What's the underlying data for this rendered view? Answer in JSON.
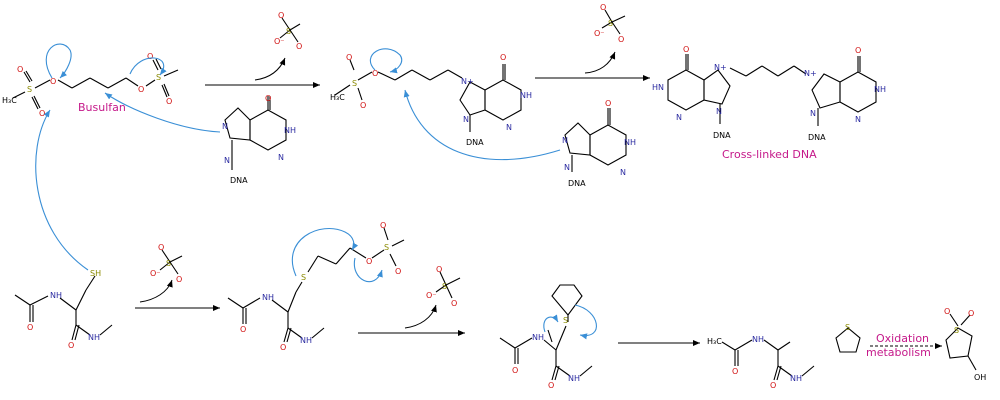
{
  "labels": {
    "busulfan": "Busulfan",
    "crosslinked": "Cross-linked DNA",
    "oxidation_line1": "Oxidation",
    "oxidation_line2": "metabolism"
  },
  "atoms": {
    "O": "O",
    "S": "S",
    "N": "N",
    "NH": "NH",
    "HN": "HN",
    "H3C": "H₃C",
    "SH": "SH",
    "DNA": "DNA",
    "OH": "OH",
    "Nplus": "N+",
    "Ominus": "O⁻"
  },
  "colors": {
    "arrow_blue": "#3a8fd6",
    "label_magenta": "#c5198a",
    "oxygen": "#d01010",
    "nitrogen": "#2a2aa0",
    "sulfur": "#8a8a00"
  }
}
